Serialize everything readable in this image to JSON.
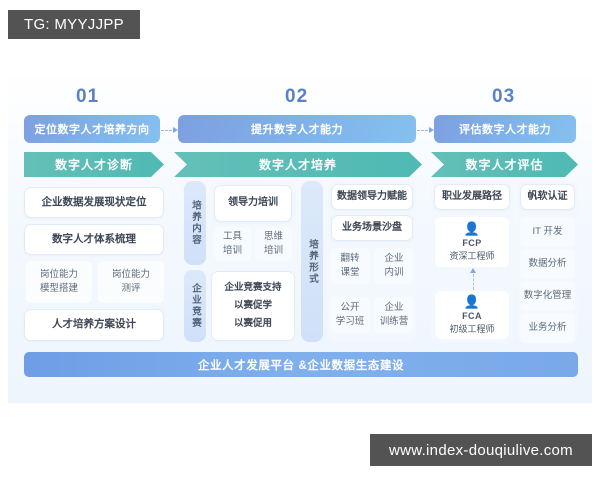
{
  "watermarks": {
    "top_tag": "TG: MYYJJPP",
    "bottom_url": "www.index-douqiulive.com"
  },
  "steps": {
    "numbers": [
      "01",
      "02",
      "03"
    ],
    "goal_pills": [
      "定位数字人才培养方向",
      "提升数字人才能力",
      "评估数字人才能力"
    ],
    "stage_banners": [
      "数字人才诊断",
      "数字人才培养",
      "数字人才评估"
    ]
  },
  "column1": {
    "cards": [
      "企业数据发展现状定位",
      "数字人才体系梳理"
    ],
    "cells": [
      "岗位能力\n模型搭建",
      "岗位能力\n测评"
    ],
    "plan_card": "人才培养方案设计"
  },
  "column2": {
    "vertical_labels": [
      "培养内容",
      "企业竞赛",
      "培养形式"
    ],
    "content_group": {
      "main_card": "领导力培训",
      "cells": [
        "工具\n培训",
        "思维\n培训"
      ]
    },
    "competition_group": {
      "lines": [
        "企业竞赛支持",
        "以赛促学",
        "以赛促用"
      ]
    },
    "format_group": {
      "cards": [
        "数据领导力赋能",
        "业务场景沙盘"
      ],
      "cells": [
        "翻转\n课堂",
        "企业\n内训",
        "公开\n学习班",
        "企业\n训练营"
      ]
    }
  },
  "column3": {
    "path_card": "职业发展路径",
    "cert_card": "帆软认证",
    "certifications": [
      {
        "icon": "person-badge-icon",
        "code": "FCP",
        "level": "资深工程师"
      },
      {
        "icon": "person-badge-icon",
        "code": "FCA",
        "level": "初级工程师"
      }
    ],
    "domains": [
      "IT 开发",
      "数据分析",
      "数字化管理",
      "业务分析"
    ]
  },
  "bottom_bar": {
    "label": "企业人才发展平台 &企业数据生态建设"
  },
  "colors": {
    "blue_pill": "#7fb0ec",
    "teal_banner": "#4fb9b3",
    "step_number": "#5a80c8",
    "panel_bg": "#eef5fd",
    "watermark_bg": "#535353"
  }
}
